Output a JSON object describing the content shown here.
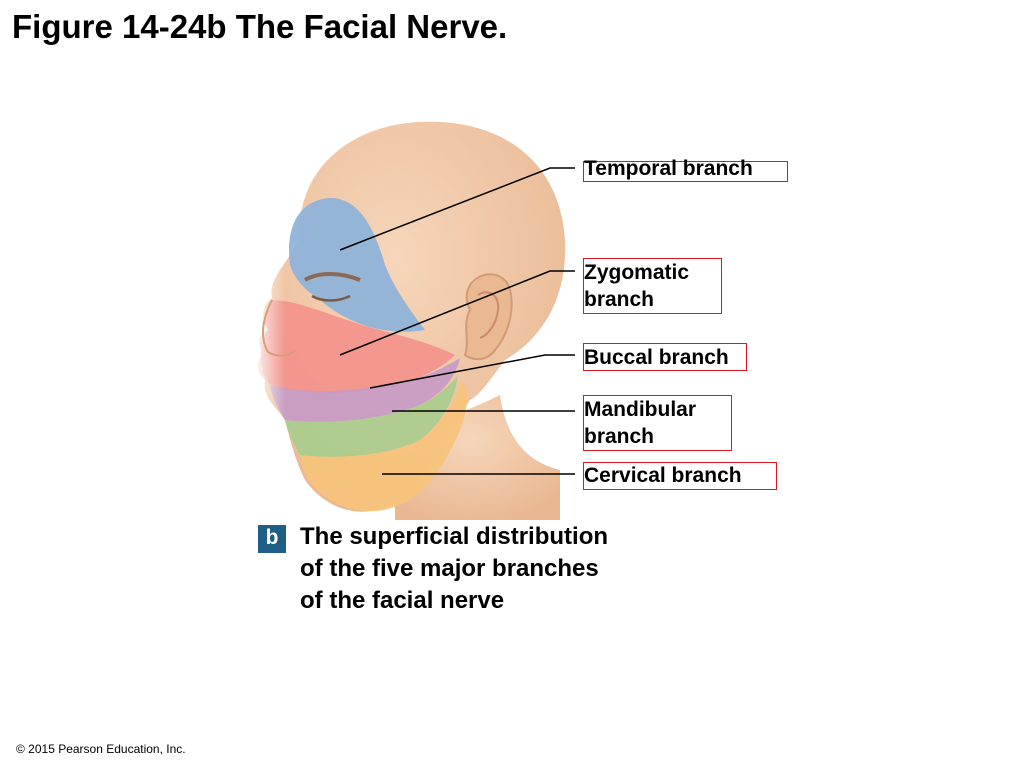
{
  "title": "Figure 14-24b The Facial Nerve.",
  "labels": {
    "temporal": "Temporal branch",
    "zygomatic": [
      "Zygomatic",
      "branch"
    ],
    "buccal": "Buccal branch",
    "mandibular": [
      "Mandibular",
      "branch"
    ],
    "cervical": "Cervical branch"
  },
  "panel_letter": "b",
  "caption": [
    "The superficial distribution",
    "of the five major branches",
    "of the facial nerve"
  ],
  "copyright": "© 2015 Pearson Education, Inc.",
  "colors": {
    "skin": "#f2c9a6",
    "temporal_region": "#8fb3d9",
    "zygomatic_region": "#f4918b",
    "buccal_region": "#c59ac6",
    "mandibular_region": "#a9cd8e",
    "cervical_region": "#f7c37a",
    "label_box": "#e0141e",
    "panel_badge": "#1f5f86"
  }
}
